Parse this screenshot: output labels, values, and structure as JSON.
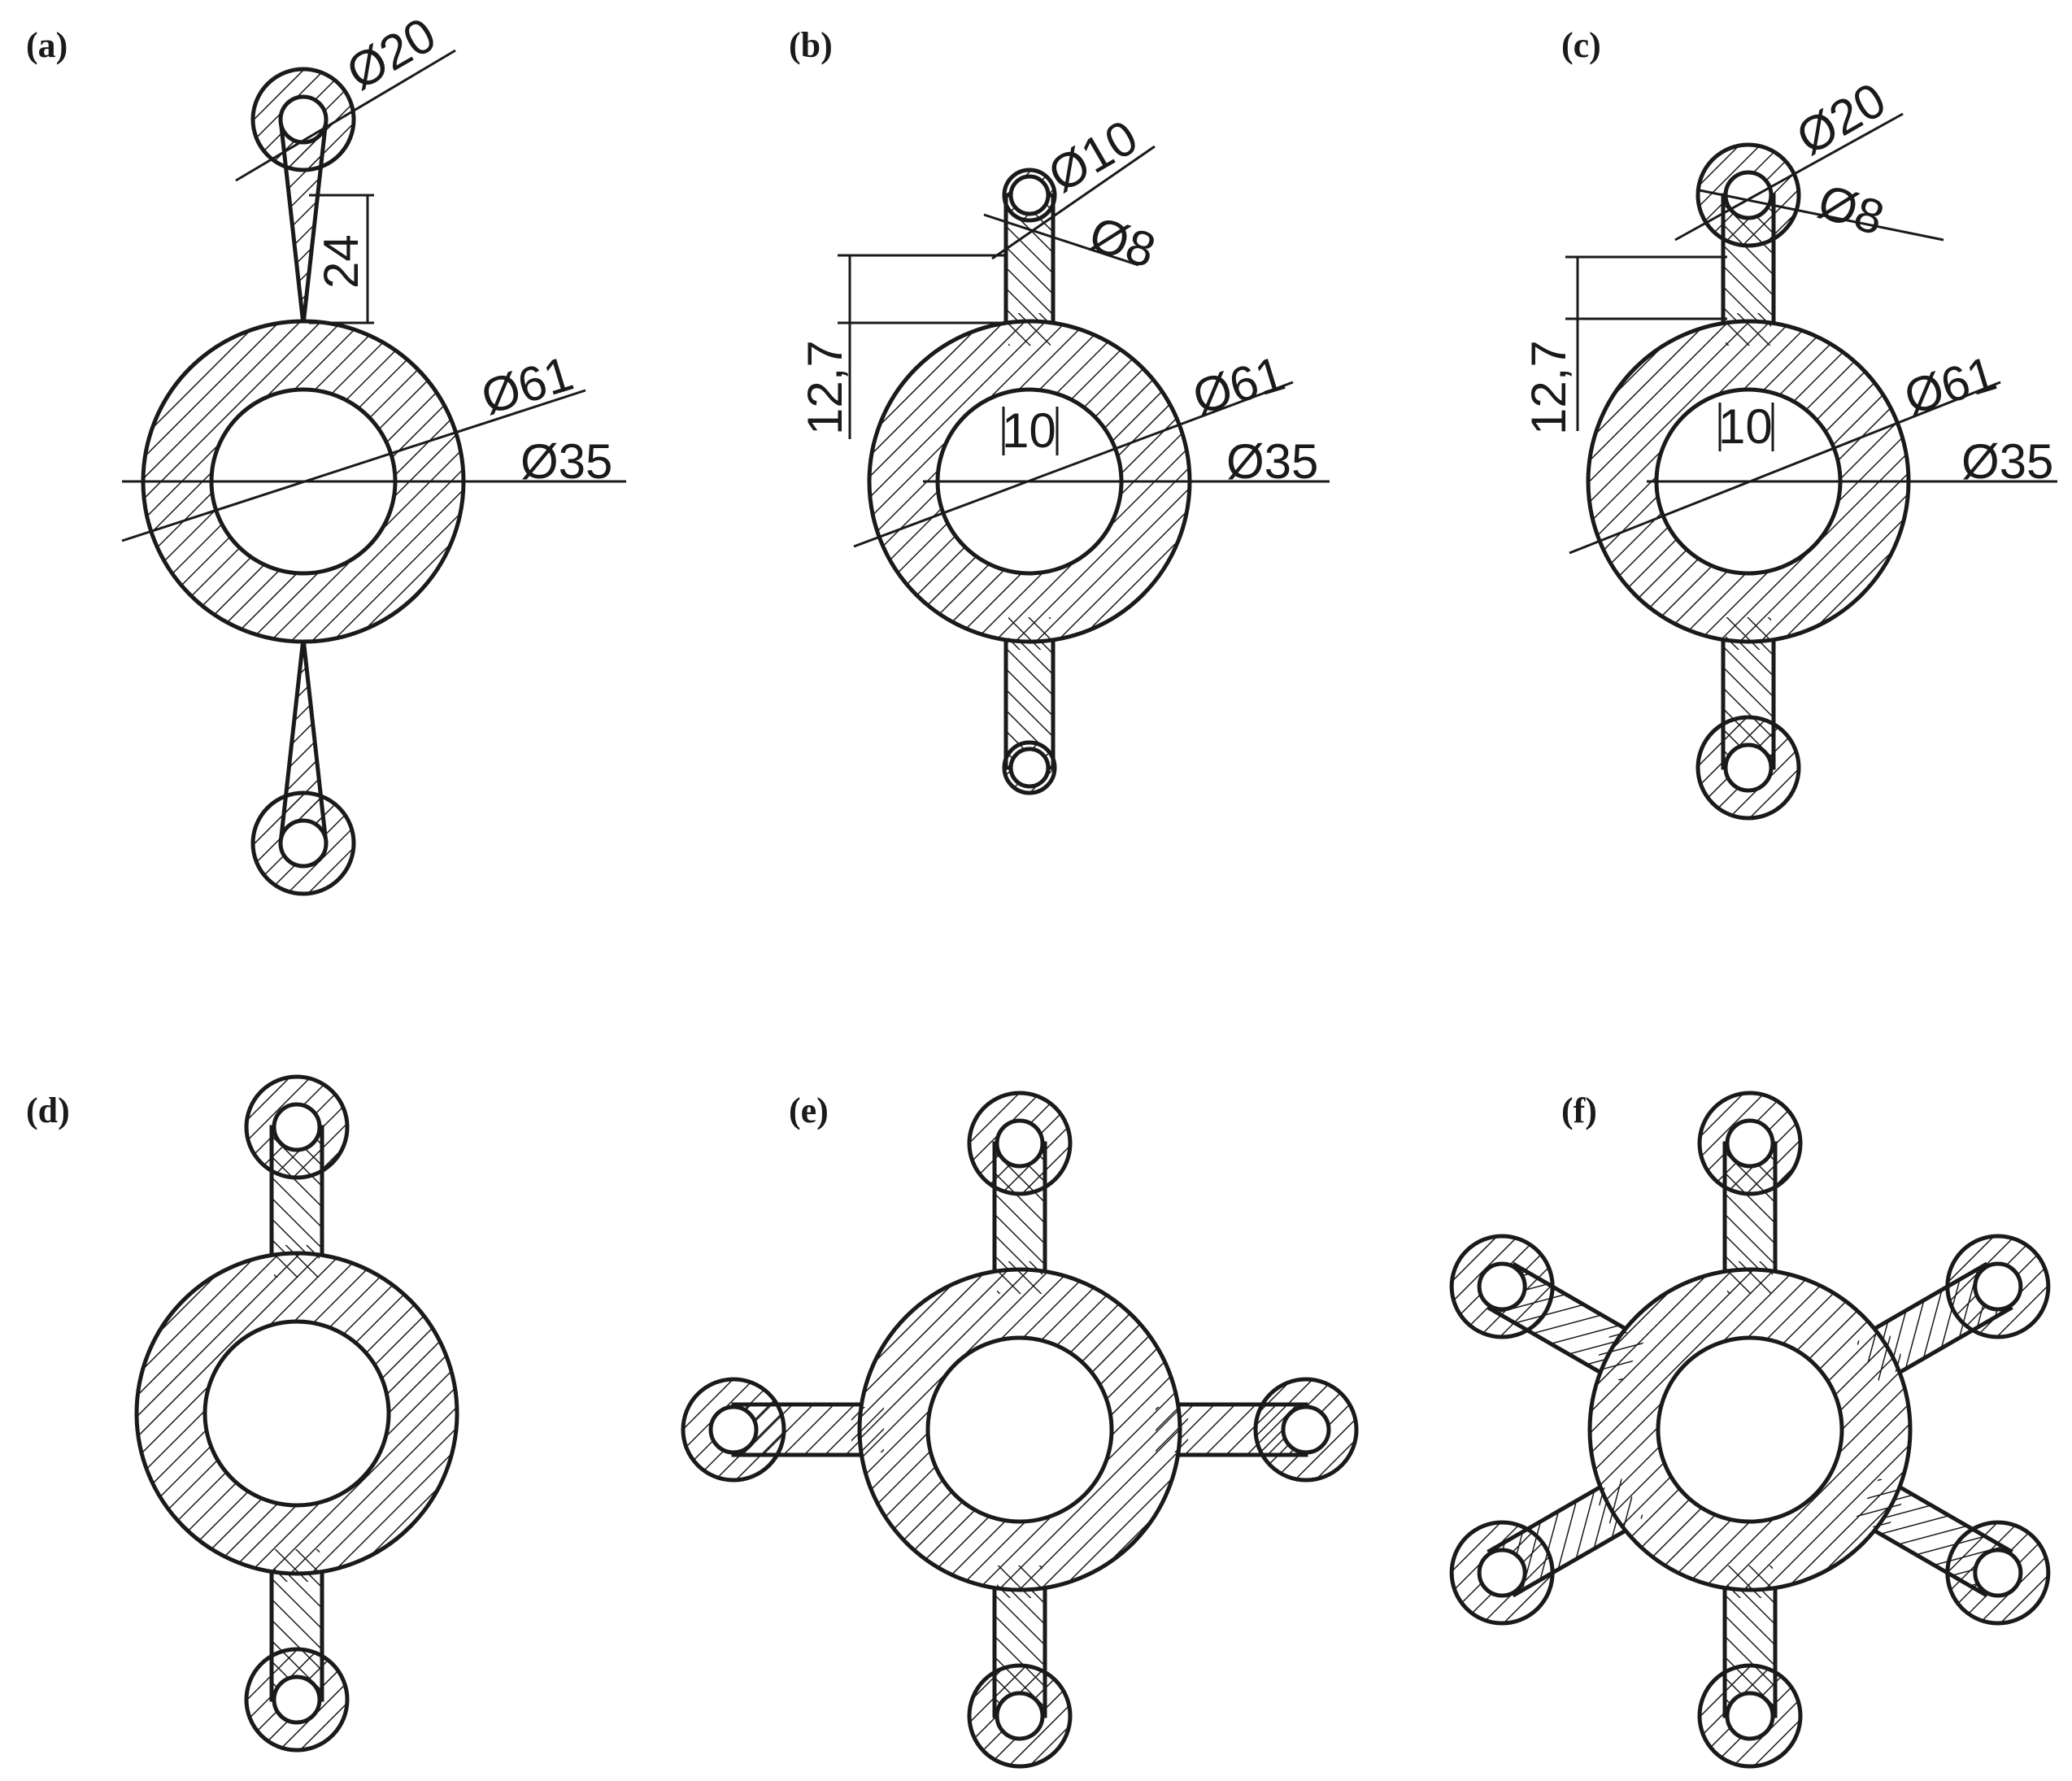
{
  "panels": [
    {
      "id": "a",
      "label": "(a)",
      "arms": 2,
      "arm_style": "tapered",
      "dims": {
        "ring_outer": "Ø61",
        "ring_inner": "Ø35",
        "eye": "Ø20",
        "arm_length": "24"
      }
    },
    {
      "id": "b",
      "label": "(b)",
      "arms": 2,
      "arm_style": "straight-small-eye",
      "dims": {
        "ring_outer": "Ø61",
        "ring_inner": "Ø35",
        "eye_outer": "Ø10",
        "eye_hole": "Ø8",
        "arm_length": "12,7",
        "arm_width": "10"
      }
    },
    {
      "id": "c",
      "label": "(c)",
      "arms": 2,
      "arm_style": "straight-large-eye",
      "dims": {
        "ring_outer": "Ø61",
        "ring_inner": "Ø35",
        "eye_outer": "Ø20",
        "eye_hole": "Ø8",
        "arm_length": "12,7",
        "arm_width": "10"
      }
    },
    {
      "id": "d",
      "label": "(d)",
      "arms": 2,
      "arm_style": "straight-large-eye"
    },
    {
      "id": "e",
      "label": "(e)",
      "arms": 4,
      "arm_style": "straight-large-eye"
    },
    {
      "id": "f",
      "label": "(f)",
      "arms": 6,
      "arm_style": "straight-large-eye"
    }
  ],
  "colors": {
    "line": "#1a1a1a",
    "hatch": "#1a1a1a",
    "hole": "#ffffff"
  }
}
